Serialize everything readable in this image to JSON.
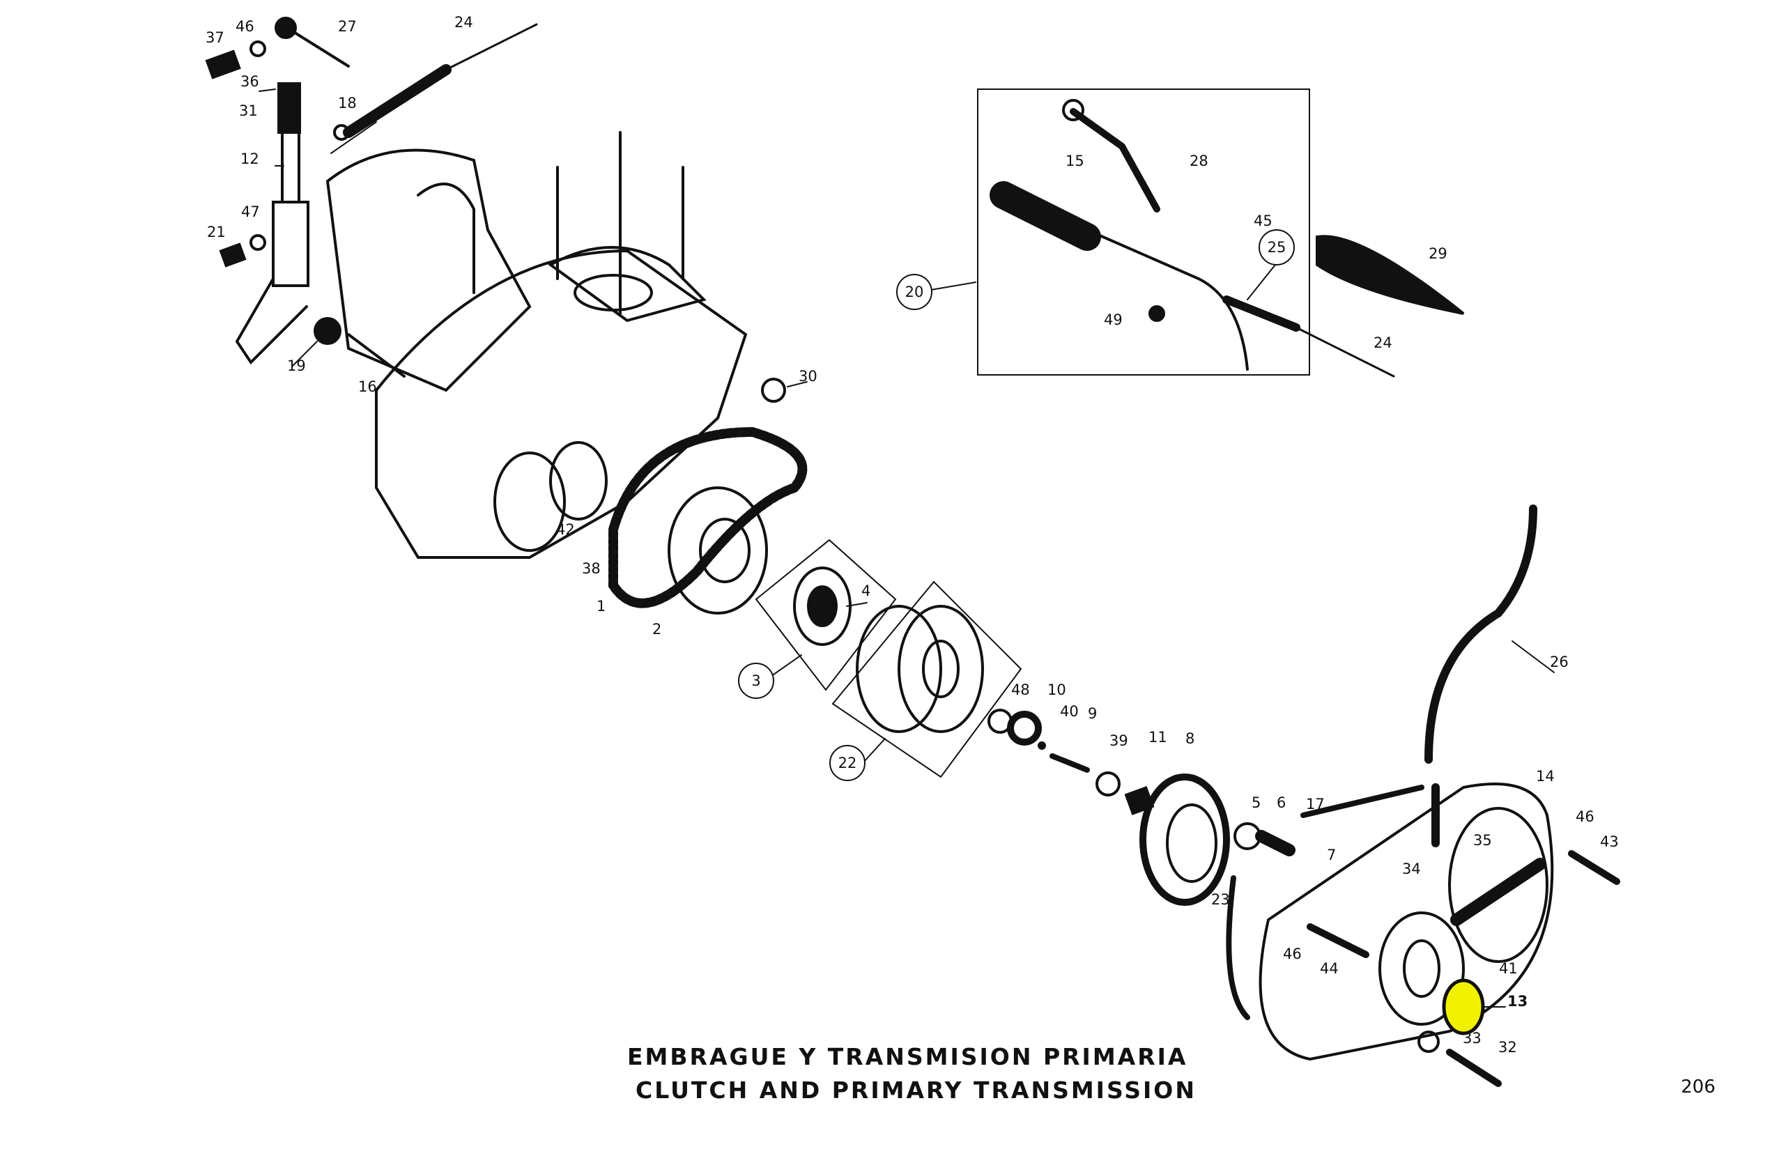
{
  "title": {
    "line1": "EMBRAGUE Y TRANSMISION PRIMARIA",
    "line2": "CLUTCH AND PRIMARY TRANSMISSION"
  },
  "page_number": "206",
  "highlight_color": "#f2f200",
  "labels": {
    "l37": "37",
    "l46a": "46",
    "l27": "27",
    "l24a": "24",
    "l36": "36",
    "l18": "18",
    "l31": "31",
    "l12": "12",
    "l47": "47",
    "l21": "21",
    "l19": "19",
    "l16": "16",
    "l30": "30",
    "l42": "42",
    "l38": "38",
    "l1": "1",
    "l2": "2",
    "l4": "4",
    "l3": "3",
    "l22": "22",
    "l48": "48",
    "l10": "10",
    "l40": "40",
    "l9": "9",
    "l39": "39",
    "l11": "11",
    "l8": "8",
    "l5": "5",
    "l6": "6",
    "l17": "17",
    "l7": "7",
    "l23": "23",
    "l14": "14",
    "l35": "35",
    "l34": "34",
    "l46b": "46",
    "l43": "43",
    "l46c": "46",
    "l44": "44",
    "l41": "41",
    "l13": "13",
    "l33": "33",
    "l32": "32",
    "l26": "26",
    "l15": "15",
    "l28": "28",
    "l45": "45",
    "l25": "25",
    "l29": "29",
    "l20": "20",
    "l49": "49",
    "l24b": "24"
  }
}
